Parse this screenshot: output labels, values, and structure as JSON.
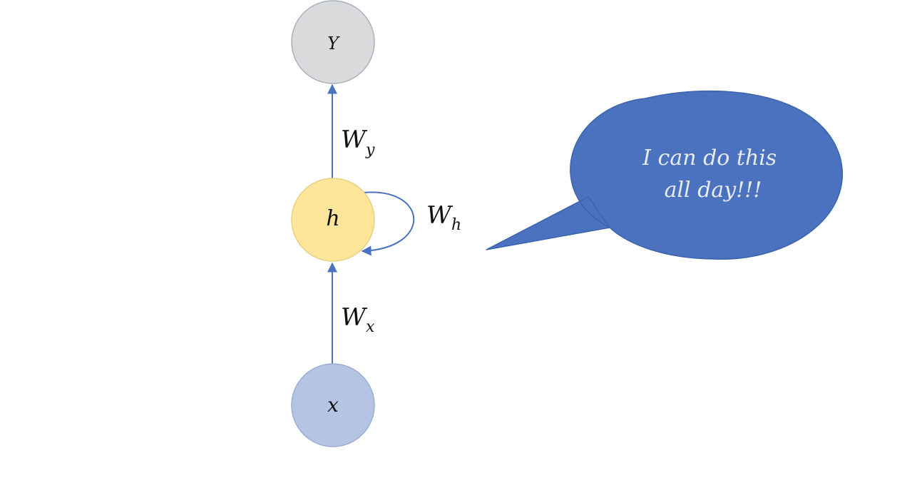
{
  "nodes": {
    "output": {
      "label": "Y",
      "fill": "#d9dadb",
      "stroke": "#aab0bb"
    },
    "hidden": {
      "label": "h",
      "fill": "#fde599",
      "stroke": "#e6cf86"
    },
    "input": {
      "label": "x",
      "fill": "#b4c4e2",
      "stroke": "#9aaed3"
    }
  },
  "edges": {
    "hidden_to_output": {
      "weight": "W",
      "sub": "y"
    },
    "hidden_self": {
      "weight": "W",
      "sub": "h"
    },
    "input_to_hidden": {
      "weight": "W",
      "sub": "x"
    }
  },
  "bubble": {
    "line1": "I can do this",
    "line2": "all day!!!",
    "fill": "#4a72bf",
    "text_color": "#e8ebf2"
  },
  "colors": {
    "arrow": "#4a72bf",
    "text": "#111111"
  }
}
